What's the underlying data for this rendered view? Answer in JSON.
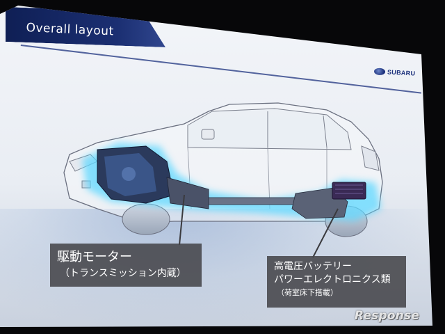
{
  "slide": {
    "title": "Overall layout",
    "logo_text": "SUBARU"
  },
  "callouts": {
    "motor": {
      "line1": "駆動モーター",
      "line2": "（トランスミッション内蔵）"
    },
    "battery": {
      "line1": "高電圧バッテリー",
      "line2": "パワーエレクトロニクス類",
      "line3": "（荷室床下搭載）"
    }
  },
  "watermark": "Response",
  "colors": {
    "title_bar": "#1b2f72",
    "glow": "#5fd8ff",
    "label_bg": "#46464a"
  }
}
